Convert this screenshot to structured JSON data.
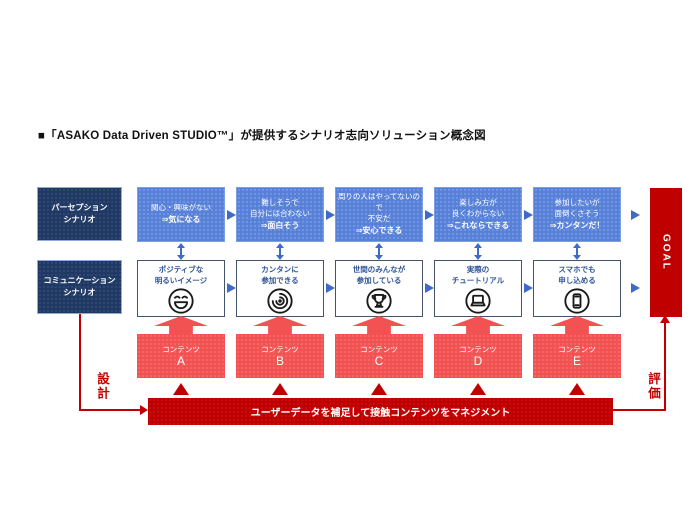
{
  "title": "■「ASAKO Data Driven STUDIO™」が提供するシナリオ志向ソリューション概念図",
  "scenario_labels": {
    "perception": "パーセプション\nシナリオ",
    "communication": "コミュニケーション\nシナリオ"
  },
  "columns": [
    {
      "perception_text": "関心・興味がない",
      "perception_result": "⇒気になる",
      "communication_text": "ポジティブな\n明るいイメージ",
      "icon": "laughing-face-icon",
      "content_label": "コンテンツ",
      "content_id": "A"
    },
    {
      "perception_text": "難しそうで\n自分には合わない",
      "perception_result": "⇒面白そう",
      "communication_text": "カンタンに\n参加できる",
      "icon": "swirl-icon",
      "content_label": "コンテンツ",
      "content_id": "B"
    },
    {
      "perception_text": "周りの人はやってないので\n不安だ",
      "perception_result": "⇒安心できる",
      "communication_text": "世間のみんなが\n参加している",
      "icon": "trophy-icon",
      "content_label": "コンテンツ",
      "content_id": "C"
    },
    {
      "perception_text": "楽しみ方が\n良くわからない",
      "perception_result": "⇒これならできる",
      "communication_text": "実際の\nチュートリアル",
      "icon": "laptop-icon",
      "content_label": "コンテンツ",
      "content_id": "D"
    },
    {
      "perception_text": "参加したいが\n面倒くさそう",
      "perception_result": "⇒カンタンだ！",
      "communication_text": "スマホでも\n申し込める",
      "icon": "smartphone-icon",
      "content_label": "コンテンツ",
      "content_id": "E"
    }
  ],
  "goal_label": "GOAL",
  "management_bar": "ユーザーデータを補足して接触コンテンツをマネジメント",
  "side_labels": {
    "design": "設計",
    "evaluation": "評価"
  },
  "colors": {
    "navy": "#1F3864",
    "blue": "#5780D9",
    "accent_blue": "#3E6AC8",
    "salmon_red": "#F35252",
    "dark_red": "#C00000",
    "white_box_text": "#2F5597"
  }
}
